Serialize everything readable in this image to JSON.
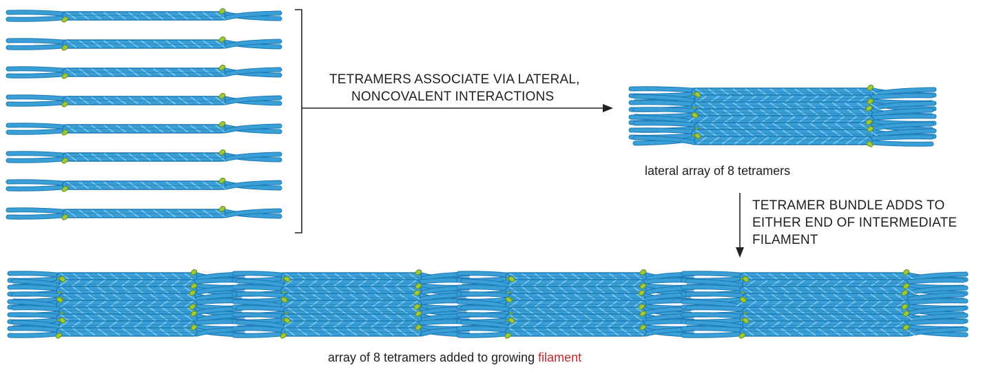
{
  "labels": {
    "step1_line1": "TETRAMERS ASSOCIATE VIA LATERAL,",
    "step1_line2": "NONCOVALENT INTERACTIONS",
    "lateral_array_caption": "lateral array of 8 tetramers",
    "step2_line1": "TETRAMER BUNDLE ADDS TO",
    "step2_line2": "EITHER END OF INTERMEDIATE",
    "step2_line3": "FILAMENT",
    "filament_caption_prefix": "array of 8 tetramers added to growing ",
    "filament_caption_highlight": "filament"
  },
  "counts": {
    "tetramers_in_stack": 8,
    "bundles_in_filament": 4
  },
  "colors": {
    "tetramer_blue": "#3a9fd6",
    "tetramer_dark": "#1b78b4",
    "tetramer_light": "#8fd0f2",
    "head_green": "#9fc93c",
    "head_green_dark": "#5f8f1a",
    "text": "#1e1e1e",
    "highlight_red": "#c0272d",
    "arrow": "#222222"
  }
}
